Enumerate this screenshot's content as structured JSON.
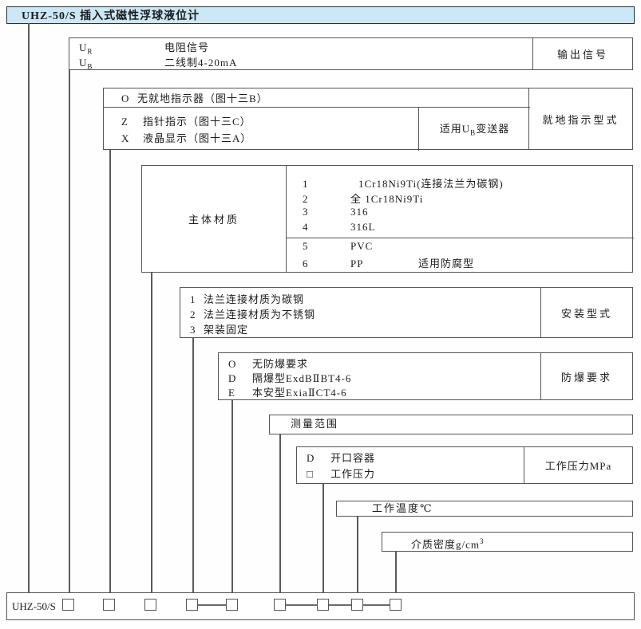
{
  "title": "UHZ-50/S 插入式磁性浮球液位计",
  "model_bar": {
    "model": "UHZ-50/S"
  },
  "colors": {
    "title_bg": "#cce7f6",
    "line": "#555555"
  },
  "boxes": {
    "output_signal": {
      "label": "输出信号",
      "rows": [
        {
          "code": "U",
          "sub": "R",
          "desc": "电阻信号"
        },
        {
          "code": "U",
          "sub": "B",
          "desc": "二线制4-20mA"
        }
      ]
    },
    "local_indication": {
      "label": "就地指示型式",
      "row_top": {
        "code": "O",
        "desc": "无就地指示器（图十三B）"
      },
      "rows": [
        {
          "code": "Z",
          "desc": "指针指示（图十三C）"
        },
        {
          "code": "X",
          "desc": "液晶显示（图十三A）"
        }
      ],
      "note": {
        "prefix": "适用U",
        "sub": "B",
        "suffix": "变送器"
      }
    },
    "main_material": {
      "label": "主体材质",
      "rows_upper": [
        {
          "code": "1",
          "desc": "1Cr18Ni9Ti(连接法兰为碳钢)"
        },
        {
          "code": "2",
          "desc": "全 1Cr18Ni9Ti"
        },
        {
          "code": "3",
          "desc": "316"
        },
        {
          "code": "4",
          "desc": "316L"
        }
      ],
      "rows_lower": [
        {
          "code": "5",
          "desc": "PVC",
          "note": ""
        },
        {
          "code": "6",
          "desc": "PP",
          "note": "适用防腐型"
        }
      ]
    },
    "installation": {
      "label": "安装型式",
      "rows": [
        {
          "code": "1",
          "desc": "法兰连接材质为碳钢"
        },
        {
          "code": "2",
          "desc": "法兰连接材质为不锈钢"
        },
        {
          "code": "3",
          "desc": "架装固定"
        }
      ]
    },
    "explosion_proof": {
      "label": "防爆要求",
      "rows": [
        {
          "code": "O",
          "desc": "无防爆要求"
        },
        {
          "code": "D",
          "desc": "隔爆型ExdBⅡBT4-6"
        },
        {
          "code": "E",
          "desc": "本安型ExiaⅡCT4-6"
        }
      ]
    },
    "measuring_range": {
      "text": "测量范围"
    },
    "working_pressure": {
      "label": "工作压力MPa",
      "rows": [
        {
          "code": "D",
          "desc": "开口容器"
        },
        {
          "code": "□",
          "desc": "工作压力"
        }
      ]
    },
    "working_temperature": {
      "text": "工作温度℃"
    },
    "medium_density": {
      "text": "介质密度g/cm",
      "sup": "3"
    }
  }
}
